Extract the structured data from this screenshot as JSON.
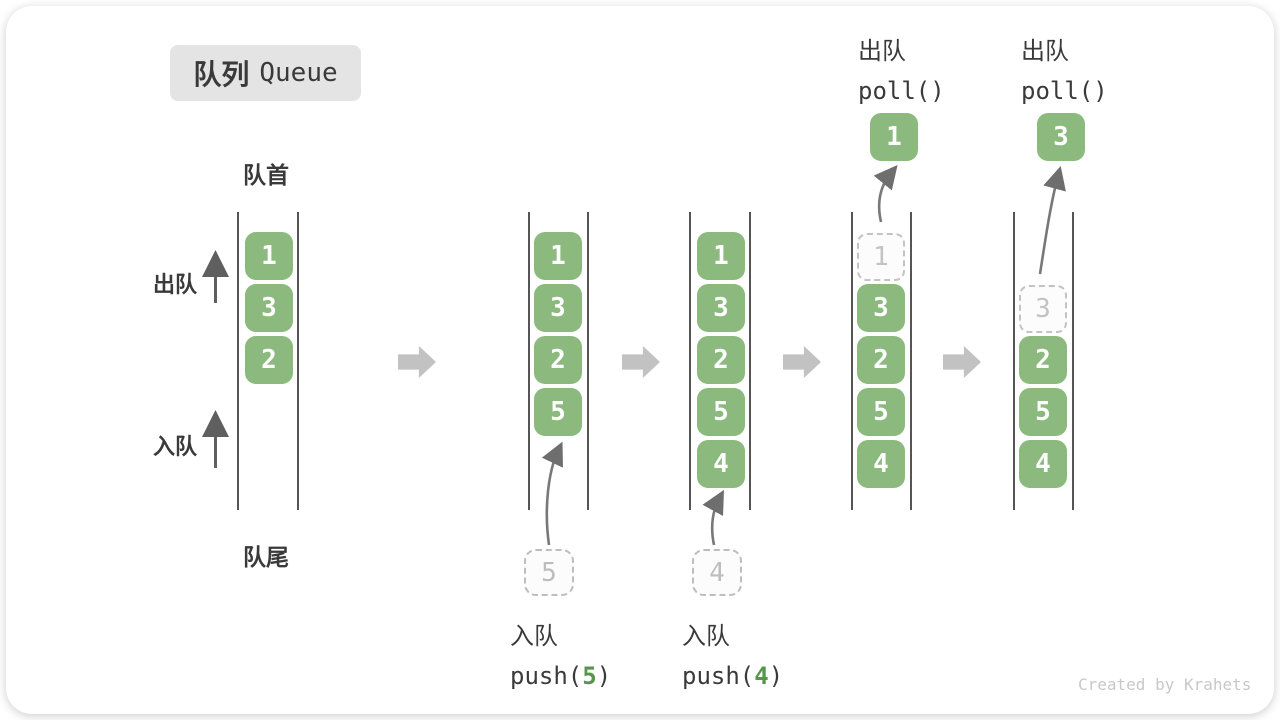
{
  "title": {
    "zh": "队列",
    "en": "Queue"
  },
  "side_labels": {
    "front": "队首",
    "rear": "队尾",
    "dequeue": "出队",
    "enqueue": "入队"
  },
  "queues": {
    "q1": {
      "cells": [
        "1",
        "3",
        "2"
      ]
    },
    "q2": {
      "cells": [
        "1",
        "3",
        "2",
        "5"
      ],
      "incoming": "5"
    },
    "q3": {
      "cells": [
        "1",
        "3",
        "2",
        "5",
        "4"
      ],
      "incoming": "4"
    },
    "q4": {
      "ghost": "1",
      "cells": [
        "3",
        "2",
        "5",
        "4"
      ],
      "polled": "1"
    },
    "q5": {
      "ghost": "3",
      "cells": [
        "2",
        "5",
        "4"
      ],
      "polled": "3"
    }
  },
  "operations": {
    "push5": {
      "label": "入队",
      "fn": "push(",
      "arg": "5",
      "close": ")"
    },
    "push4": {
      "label": "入队",
      "fn": "push(",
      "arg": "4",
      "close": ")"
    },
    "poll1": {
      "label": "出队",
      "code": "poll()"
    },
    "poll2": {
      "label": "出队",
      "code": "poll()"
    }
  },
  "colors": {
    "cell_green": "#8cba7e",
    "arg_green": "#56964b",
    "block_arrow": "#c2c2c2"
  },
  "watermark": "Created by Krahets"
}
